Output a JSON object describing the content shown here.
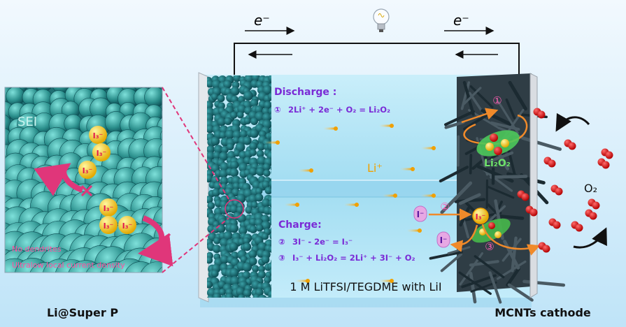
{
  "electron_left": "e⁻",
  "electron_right": "e⁻",
  "sei_label": "SEI",
  "i3_ion": "I₃⁻",
  "inset_notes": [
    "No dendrites",
    "Ultralow local current density"
  ],
  "discharge": {
    "title": "Discharge :",
    "eq1_num": "①",
    "eq1": "2Li⁺ + 2e⁻ + O₂ = Li₂O₂"
  },
  "charge": {
    "title": "Charge:",
    "eq2_num": "②",
    "eq2": "3I⁻ - 2e⁻ = I₃⁻",
    "eq3_num": "③",
    "eq3": "I₃⁻ + Li₂O₂ = 2Li⁺ + 3I⁻ + O₂"
  },
  "li_ion": "Li⁺",
  "li2o2": "Li₂O₂",
  "o2": "O₂",
  "iodide": "I⁻",
  "step_marks": [
    "①",
    "②",
    "③"
  ],
  "electrolyte": "1 M LiTFSI/TEGDME with LiI",
  "anode_label": "Li@Super P",
  "cathode_label": "MCNTs cathode",
  "colors": {
    "background": "#dff0fb",
    "electrolyte": "#aee2f4",
    "anode_particles": "#0f5c63",
    "sei": "#4fc7bf",
    "accent_purple": "#7a2bd6",
    "accent_pink": "#ff4fa0",
    "accent_orange": "#f08a2a",
    "li2o2_green": "#47b84a",
    "iodine_yellow": "#f2c10d"
  },
  "icons": [
    "lightbulb-icon",
    "arrow-left-icon",
    "rotate-arrow-icon",
    "cross-mark-icon"
  ]
}
